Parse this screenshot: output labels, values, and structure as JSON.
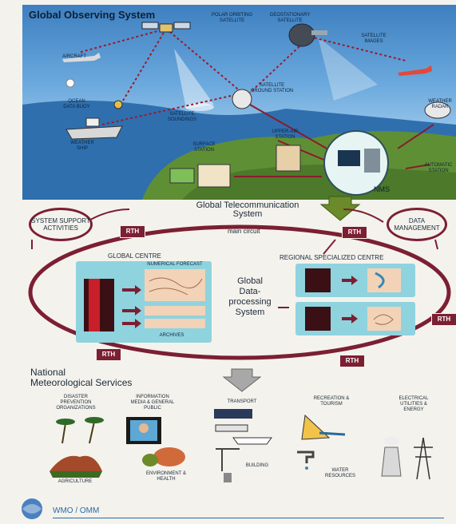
{
  "gos": {
    "title": "Global Observing System",
    "labels": {
      "polar": "POLAR ORBITING SATELLITE",
      "geo": "GEOSTATIONARY SATELLITE",
      "sat_images": "SATELLITE IMAGES",
      "aircraft": "AIRCRAFT",
      "ocean_buoy": "OCEAN DATA BUOY",
      "sat_soundings": "SATELLITE SOUNDINGS",
      "sat_ground": "SATELLITE GROUND STATION",
      "weather_radar": "WEATHER RADAR",
      "weather_ship": "WEATHER SHIP",
      "surface_station": "SURFACE STATION",
      "upper_air": "UPPER-AIR STATION",
      "auto_station": "AUTOMATIC STATION",
      "nms": "NMS"
    }
  },
  "gts": {
    "title_line1": "Global Telecommunication",
    "title_line2": "System",
    "main_circuit": "main circuit",
    "support": "SYSTEM SUPPORT ACTIVITIES",
    "data_mgmt": "DATA MANAGEMENT",
    "rth": "RTH"
  },
  "gdps": {
    "global_centre": "GLOBAL CENTRE",
    "numerical_forecast": "NUMERICAL FORECAST",
    "archives": "ARCHIVES",
    "center_line1": "Global",
    "center_line2": "Data-",
    "center_line3": "processing",
    "center_line4": "System",
    "regional": "REGIONAL SPECIALIZED CENTRE"
  },
  "nms_section": {
    "title_line1": "National",
    "title_line2": "Meteorological Services",
    "services": {
      "disaster": "DISASTER PREVENTION ORGANIZATIONS",
      "media": "INFORMATION MEDIA & GENERAL PUBLIC",
      "transport": "TRANSPORT",
      "recreation": "RECREATION & TOURISM",
      "electrical": "ELECTRICAL UTILITIES & ENERGY",
      "agriculture": "AGRICULTURE",
      "environment": "ENVIRONMENT & HEALTH",
      "building": "BUILDING",
      "water": "WATER RESOURCES"
    }
  },
  "footer": {
    "org": "WMO / OMM"
  },
  "colors": {
    "maroon": "#7b1f33",
    "panel": "#8fd3df",
    "sky": "#6aa8dd",
    "land": "#6b9a3a"
  }
}
